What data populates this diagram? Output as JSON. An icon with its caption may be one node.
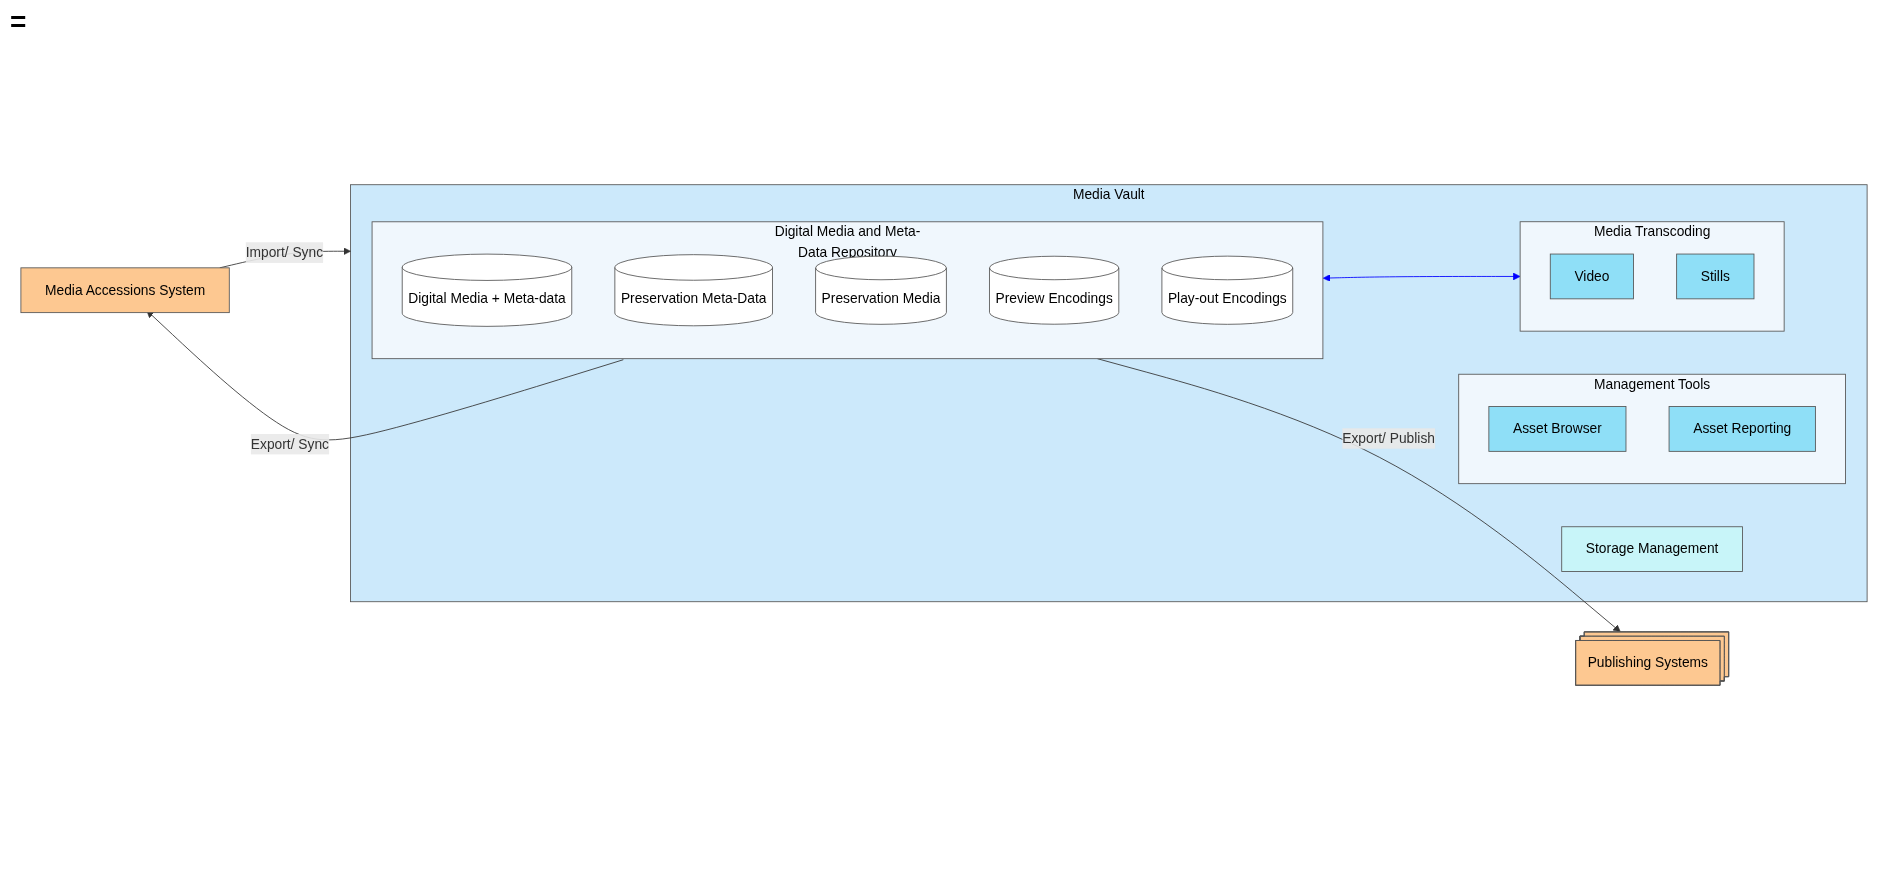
{
  "diagram": {
    "nodes": [
      {
        "text": [
          "Media Accessions System"
        ]
      },
      {
        "text": [
          "Media Vault"
        ]
      },
      {
        "text": [
          "Management Tools"
        ],
        "in": 1
      },
      {
        "text": [
          "Asset Browser"
        ],
        "in": 2
      },
      {
        "text": [
          "Asset Reporting"
        ],
        "in": 2
      },
      {
        "text": [
          "Media Transcoding"
        ],
        "in": 1
      },
      {
        "text": [
          "Video"
        ],
        "in": 5
      },
      {
        "text": [
          "Stills"
        ],
        "in": 5
      },
      {
        "text": [
          "Digital Media and Meta-Data Repository"
        ],
        "in": 1
      },
      {
        "text": [
          "Digital Media + Meta-data"
        ],
        "in": 8
      },
      {
        "text": [
          "Preservation Meta-Data"
        ],
        "in": 8
      },
      {
        "text": [
          "Preservation Media"
        ],
        "in": 8
      },
      {
        "text": [
          "Preview Encodings"
        ],
        "in": 8
      },
      {
        "text": [
          "Play-out Encodings"
        ],
        "in": 8
      },
      {
        "text": [
          "Storage Management"
        ],
        "in": 1
      },
      {
        "text": [
          "Publishing Systems"
        ]
      }
    ],
    "edges": [
      {
        "from": 0,
        "to": 1,
        "arrow": "to",
        "label": "Import/ Sync"
      },
      {
        "from": 8,
        "to": 0,
        "arrow": "to",
        "label": "Export/ Sync"
      },
      {
        "from": 8,
        "to": 15,
        "arrow": "to",
        "label": "Export/ Publish"
      },
      {
        "from": 8,
        "to": 5,
        "arrow": "both",
        "color": "#0000ff"
      }
    ],
    "labels": [
      "="
    ]
  }
}
